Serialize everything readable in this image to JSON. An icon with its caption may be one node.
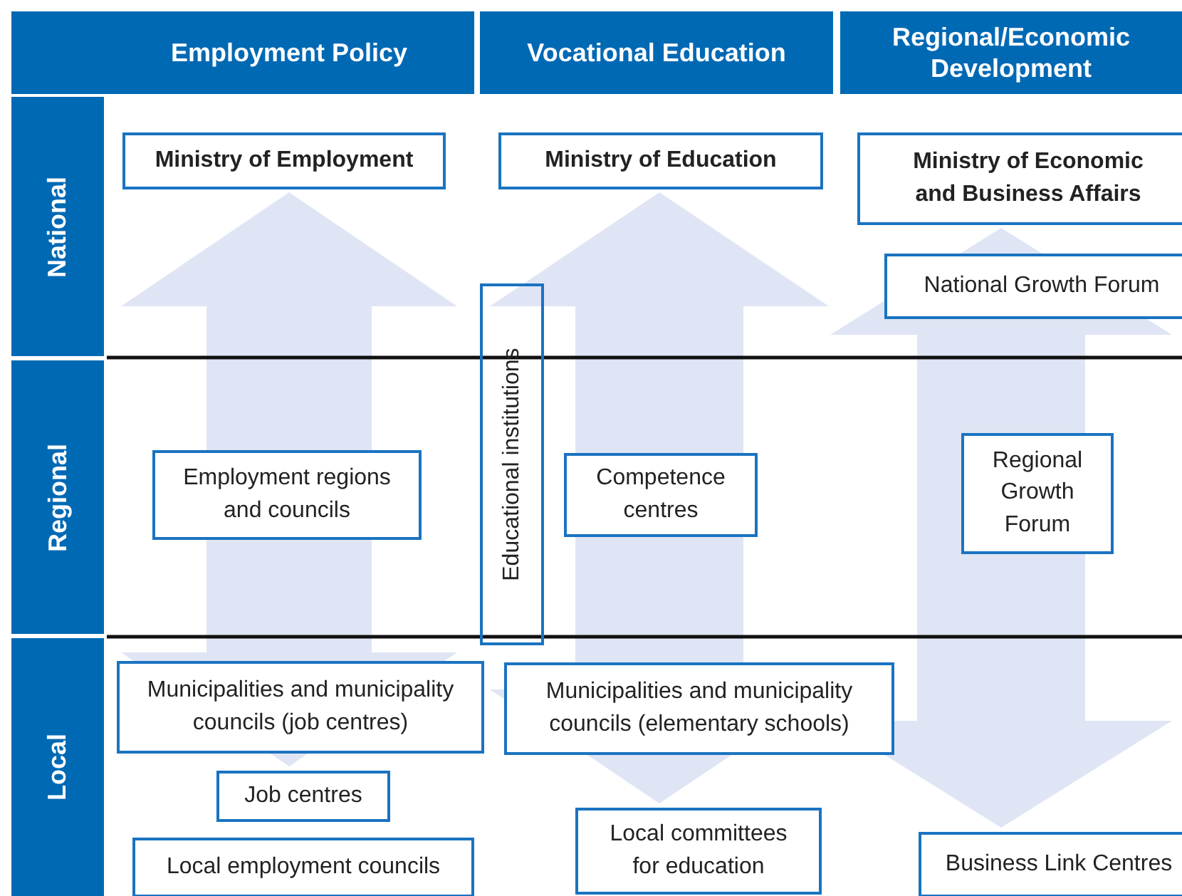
{
  "diagram": {
    "nodes": [
      {
        "text": [
          "Employment Policy"
        ]
      },
      {
        "text": [
          "Vocational Education"
        ]
      },
      {
        "text": [
          "Regional/Economic Development"
        ]
      },
      {
        "text": [
          "National"
        ]
      },
      {
        "text": [
          "Ministry of Employment"
        ]
      },
      {
        "text": [
          "Ministry of Education"
        ]
      },
      {
        "text": [
          "Ministry of Economic and Business Affairs"
        ]
      },
      {
        "text": [
          "National Growth Forum"
        ]
      },
      {
        "text": [
          "Educational institutions"
        ]
      },
      {
        "text": [
          "Regional"
        ]
      },
      {
        "text": [
          "Employment regions and councils"
        ]
      },
      {
        "text": [
          "Competence centres"
        ]
      },
      {
        "text": [
          "Regional Growth Forum"
        ]
      },
      {
        "text": [
          "Local"
        ]
      },
      {
        "text": [
          "Municipalities and municipality councils (job centres)"
        ]
      },
      {
        "text": [
          "Municipalities and municipality councils (elementary schools)"
        ]
      },
      {
        "text": [
          "Job centres"
        ]
      },
      {
        "text": [
          "Local committees for education"
        ]
      },
      {
        "text": [
          "Local employment councils"
        ]
      },
      {
        "text": [
          "Business Link Centres"
        ]
      }
    ],
    "edges": [
      {
        "from": 4,
        "to": 16,
        "arrow": "both",
        "style": "thick",
        "color": "#dfe5f4"
      },
      {
        "from": 5,
        "to": 17,
        "arrow": "both",
        "style": "thick",
        "color": "#dfe5f4"
      },
      {
        "from": 6,
        "to": 19,
        "arrow": "both",
        "style": "thick",
        "color": "#dfe5f4"
      }
    ]
  }
}
